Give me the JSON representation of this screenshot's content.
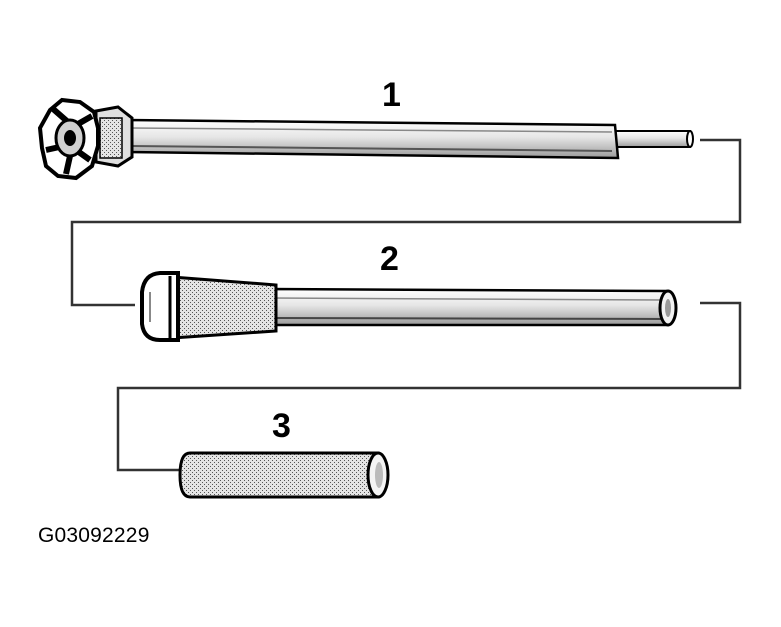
{
  "figure": {
    "id_label": "G03092229",
    "colors": {
      "ink": "#000000",
      "shaft": "#d9d9d9",
      "knurl": "#c6c6c6",
      "leader": "#333333",
      "background": "#ffffff"
    }
  },
  "parts": [
    {
      "callout": "1",
      "icon": "threaded-puller-rod"
    },
    {
      "callout": "2",
      "icon": "knurled-guide-sleeve"
    },
    {
      "callout": "3",
      "icon": "knurled-bushing"
    }
  ]
}
